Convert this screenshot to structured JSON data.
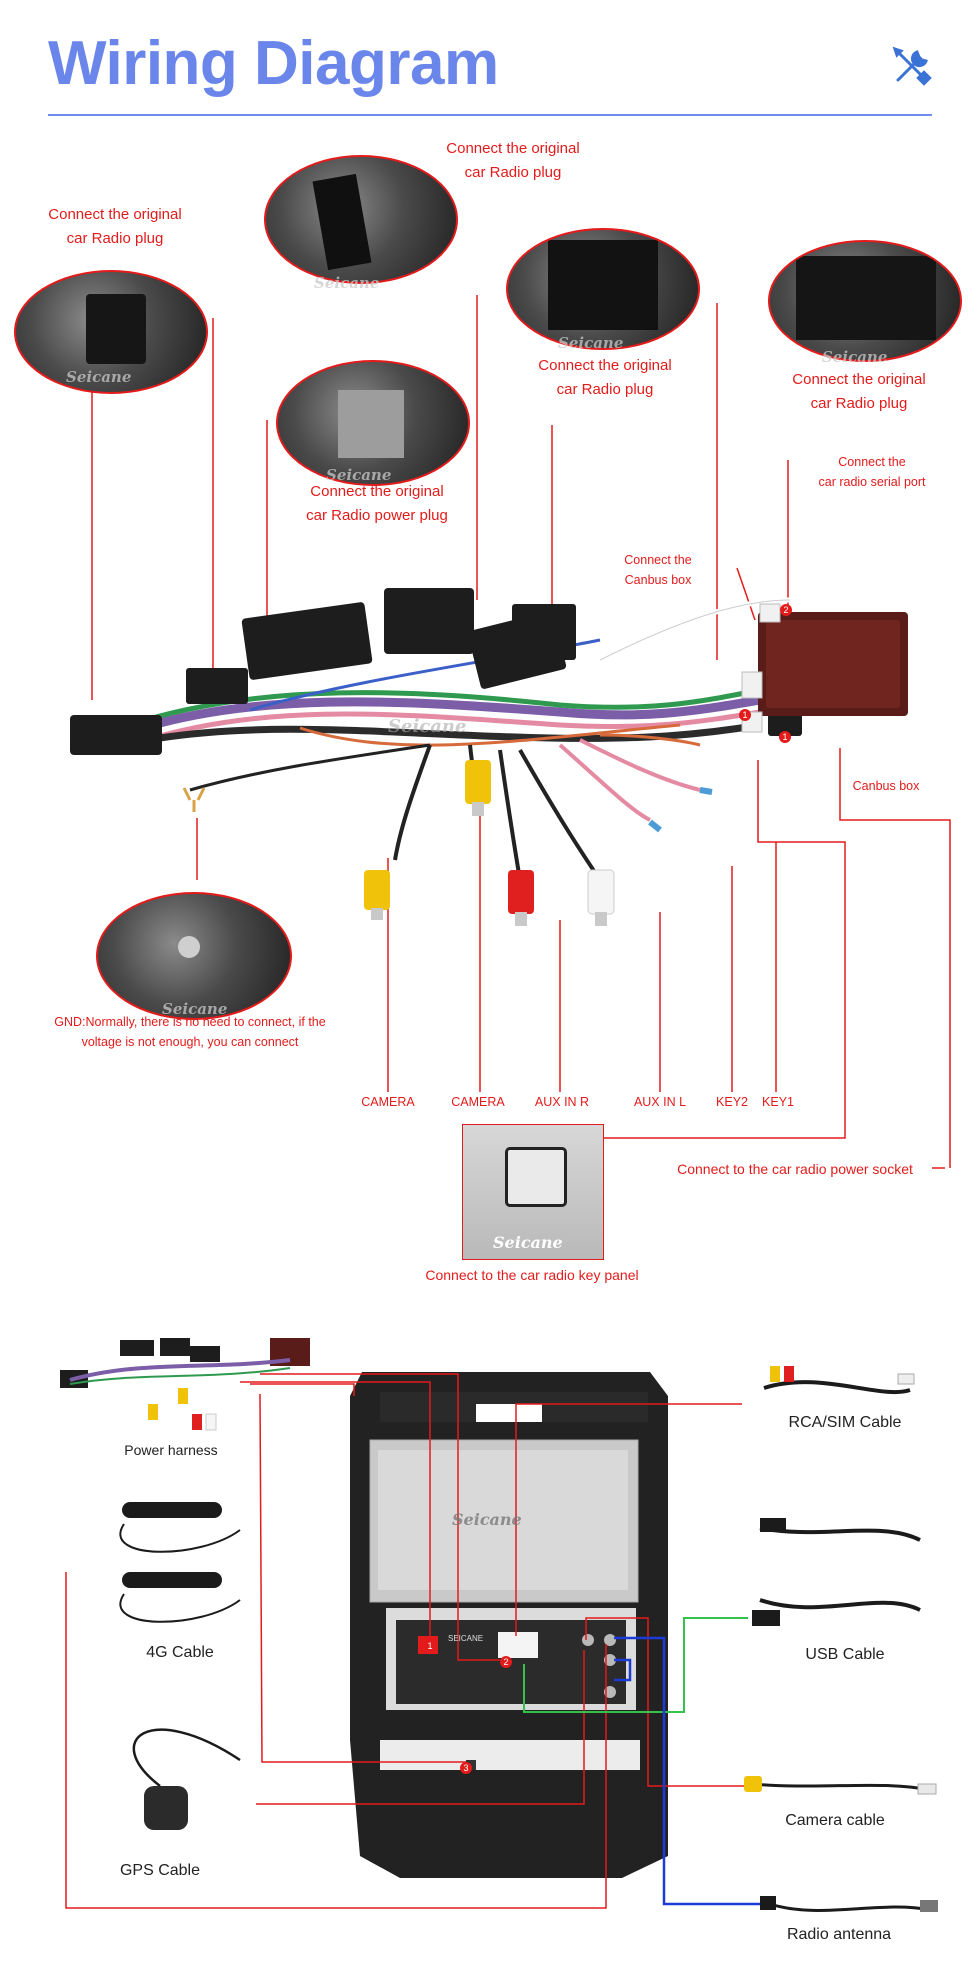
{
  "header": {
    "title": "Wiring Diagram",
    "icon": "tools-icon",
    "accent_color": "#6a86ea"
  },
  "watermark": "Seicane",
  "top_labels": {
    "radio_plug_left_1": "Connect the original",
    "radio_plug_left_2": "car Radio plug",
    "radio_plug_top_1": "Connect the original",
    "radio_plug_top_2": "car Radio plug",
    "radio_plug_mid_1": "Connect the original",
    "radio_plug_mid_2": "car Radio plug",
    "radio_plug_right_1": "Connect the original",
    "radio_plug_right_2": "car Radio plug",
    "power_plug_1": "Connect the original",
    "power_plug_2": "car Radio power plug",
    "serial_port_1": "Connect the",
    "serial_port_2": "car radio serial port",
    "canbus_connect_1": "Connect the",
    "canbus_connect_2": "Canbus box",
    "canbus_box": "Canbus box",
    "gnd_1": "GND:Normally, there is no need to connect, if the",
    "gnd_2": "voltage is not enough, you can connect",
    "power_socket": "Connect to the car radio power socket",
    "key_panel": "Connect to the car radio key panel"
  },
  "wire_labels": {
    "camera_1": "CAMERA",
    "camera_2": "CAMERA",
    "aux_r": "AUX IN R",
    "aux_l": "AUX IN L",
    "key2": "KEY2",
    "key1": "KEY1"
  },
  "bottom_labels": {
    "power_harness": "Power harness",
    "cable_4g": "4G Cable",
    "gps_cable": "GPS Cable",
    "rca_sim": "RCA/SIM Cable",
    "usb": "USB Cable",
    "camera_cable": "Camera cable",
    "radio_antenna": "Radio antenna"
  },
  "unit": {
    "brand": "SEICANE",
    "badges": [
      "1",
      "2",
      "3"
    ]
  },
  "colors": {
    "label_red": "#e31b1b",
    "line_green": "#35c24a",
    "line_blue": "#1c3bd6",
    "line_red": "#e31b1b"
  }
}
